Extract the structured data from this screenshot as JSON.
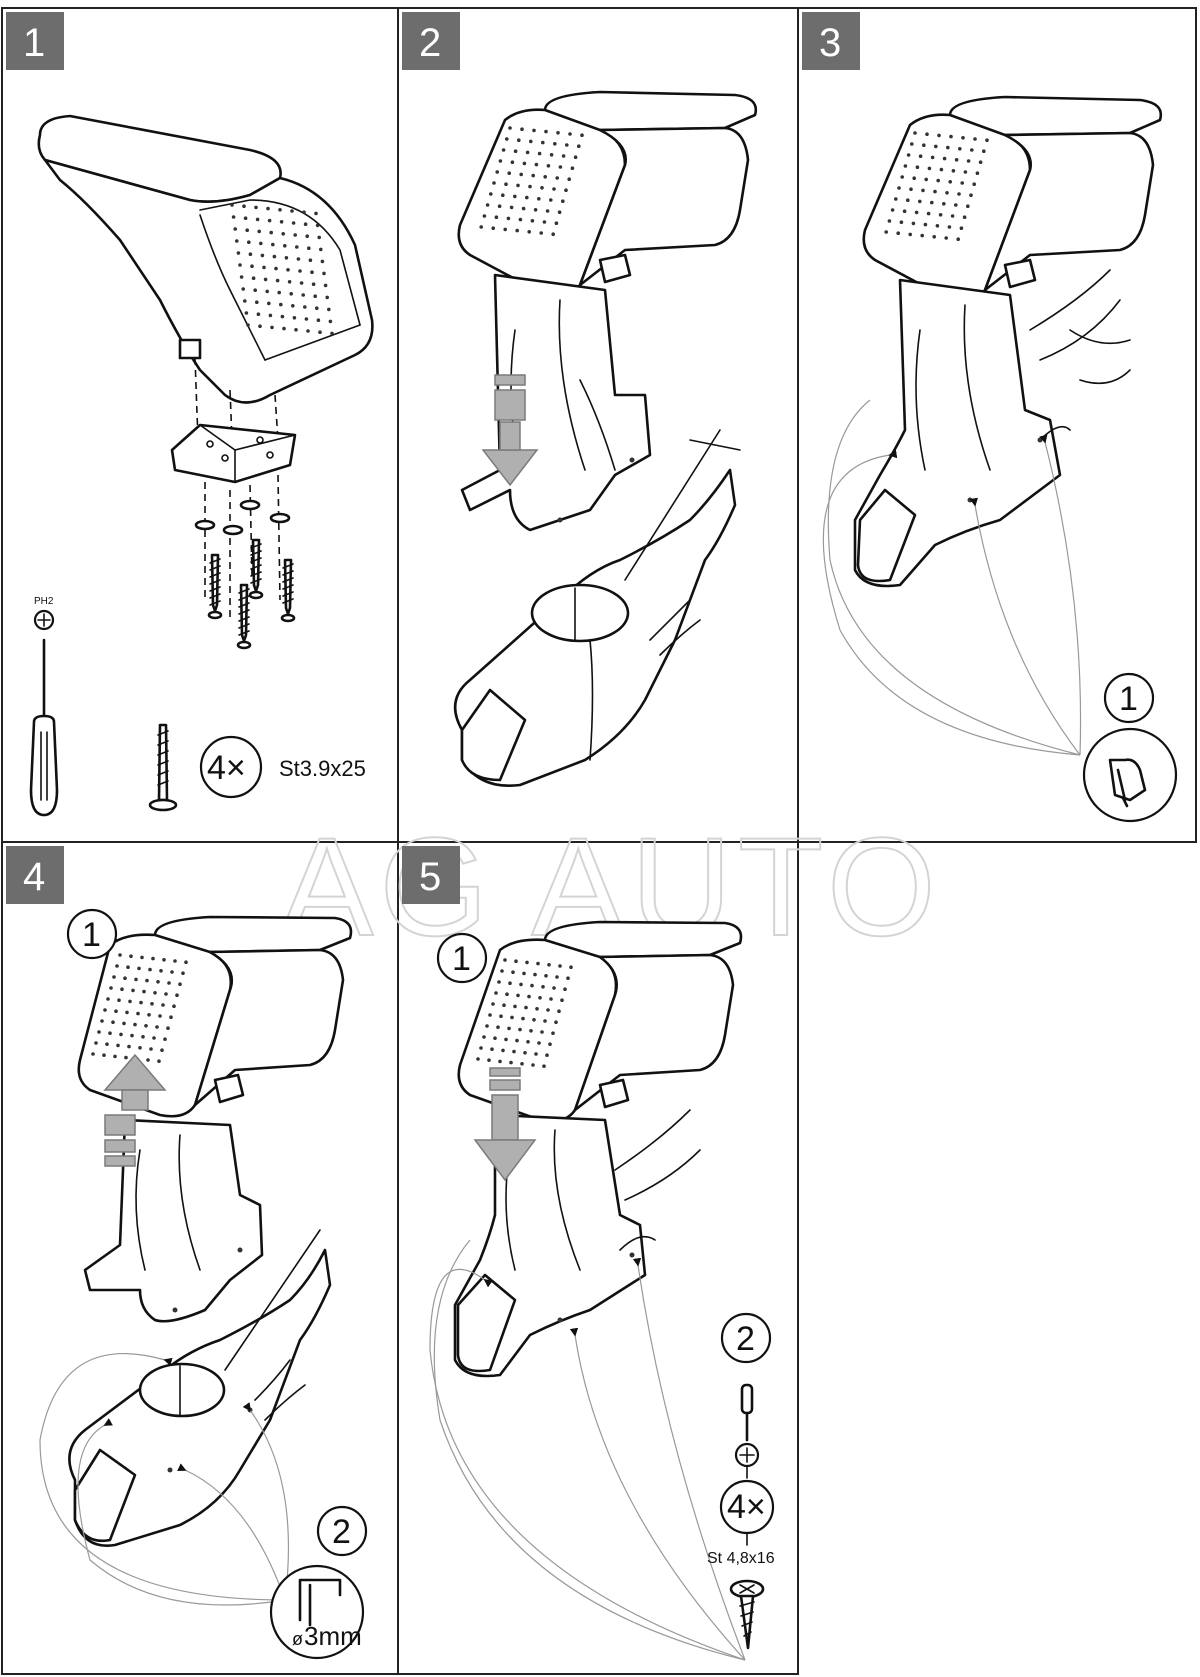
{
  "steps": [
    {
      "number": "1"
    },
    {
      "number": "2"
    },
    {
      "number": "3"
    },
    {
      "number": "4"
    },
    {
      "number": "5"
    }
  ],
  "step1": {
    "tool_label": "PH2",
    "screw_count": "4×",
    "screw_spec": "St3.9x25",
    "icons": [
      "screwdriver-icon",
      "screw-icon",
      "phillips-bit-icon"
    ]
  },
  "step3": {
    "callout_number": "1",
    "icons": [
      "hand-mark-icon"
    ]
  },
  "step4": {
    "callout_1": "1",
    "callout_2": "2",
    "drill_label": "3mm",
    "drill_prefix": "ø",
    "icons": [
      "drill-hole-icon"
    ]
  },
  "step5": {
    "callout_1": "1",
    "callout_2": "2",
    "screw_count": "4×",
    "screw_spec": "St 4,8x16",
    "icons": [
      "screwdriver-icon",
      "phillips-bit-icon",
      "screw-icon"
    ]
  },
  "watermark": "AG AUTO",
  "colors": {
    "badge": "#6d6d6d",
    "line": "#111111",
    "watermark": "#d4d4d4"
  }
}
